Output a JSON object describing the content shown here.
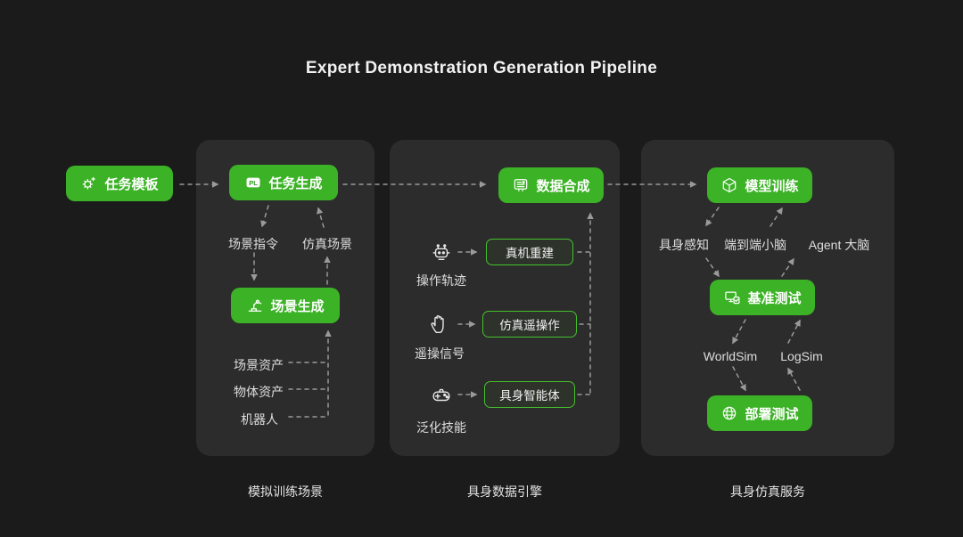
{
  "title": "Expert Demonstration Generation Pipeline",
  "colors": {
    "background": "#1b1b1b",
    "panel": "#2c2c2c",
    "accent_green": "#3cb226",
    "outline_green": "#45c02b",
    "text": "#e6e6e6",
    "arrow": "#9a9a9a"
  },
  "source": {
    "label": "任务模板"
  },
  "panel1": {
    "task_gen_label": "任务生成",
    "task_gen_icon_text": "PL",
    "label_scene_cmd": "场景指令",
    "label_sim_scene": "仿真场景",
    "scene_gen_label": "场景生成",
    "asset_1": "场景资产",
    "asset_2": "物体资产",
    "asset_3": "机器人",
    "caption": "模拟训练场景"
  },
  "panel2": {
    "data_synth_label": "数据合成",
    "rows": [
      {
        "source_label": "操作轨迹",
        "target_label": "真机重建"
      },
      {
        "source_label": "遥操信号",
        "target_label": "仿真遥操作"
      },
      {
        "source_label": "泛化技能",
        "target_label": "具身智能体"
      }
    ],
    "caption": "具身数据引擎"
  },
  "panel3": {
    "model_train_label": "模型训练",
    "label_1": "具身感知",
    "label_2": "端到端小脑",
    "label_3": "Agent 大脑",
    "benchmark_label": "基准测试",
    "sim_1": "WorldSim",
    "sim_2": "LogSim",
    "deploy_label": "部署测试",
    "caption": "具身仿真服务"
  }
}
